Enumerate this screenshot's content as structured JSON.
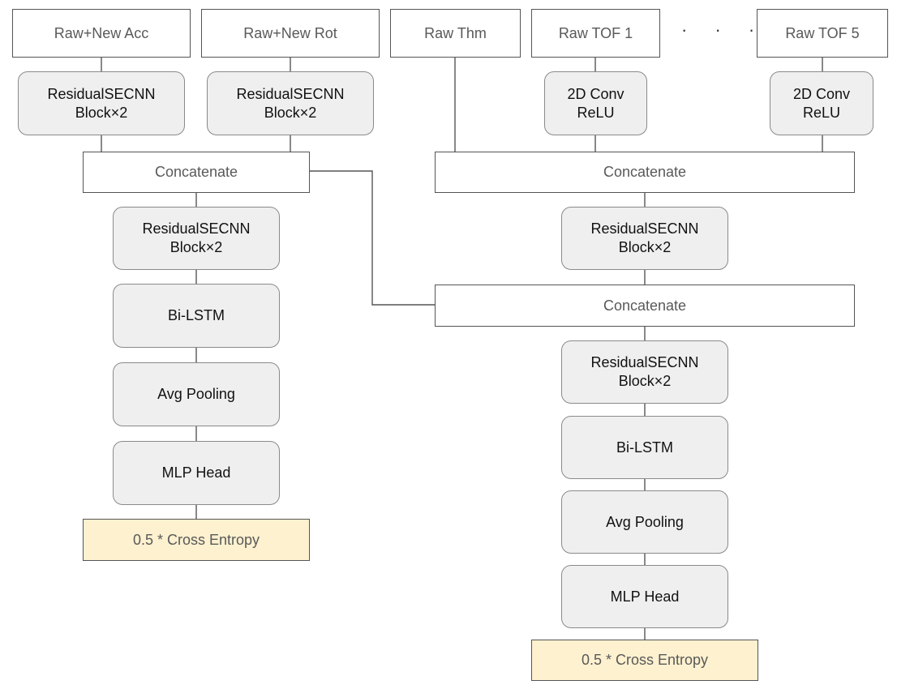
{
  "inputs": {
    "acc": "Raw+New Acc",
    "rot": "Raw+New Rot",
    "thm": "Raw Thm",
    "tof1": "Raw TOF 1",
    "ellipsis": "· · ·",
    "tof5": "Raw TOF 5"
  },
  "left_branch": {
    "acc_block": "ResidualSECNN\nBlock×2",
    "rot_block": "ResidualSECNN\nBlock×2",
    "concat": "Concatenate",
    "res_block": "ResidualSECNN\nBlock×2",
    "lstm": "Bi-LSTM",
    "pool": "Avg Pooling",
    "head": "MLP Head",
    "loss": "0.5 * Cross Entropy"
  },
  "right_branch": {
    "tof1_conv": "2D Conv\nReLU",
    "tof5_conv": "2D Conv\nReLU",
    "concat_top": "Concatenate",
    "res_block_top": "ResidualSECNN\nBlock×2",
    "concat_mid": "Concatenate",
    "res_block_bottom": "ResidualSECNN\nBlock×2",
    "lstm": "Bi-LSTM",
    "pool": "Avg Pooling",
    "head": "MLP Head",
    "loss": "0.5 * Cross Entropy"
  },
  "colors": {
    "block_fill": "#efefef",
    "loss_fill": "#fdf1cf",
    "border": "#555555"
  }
}
